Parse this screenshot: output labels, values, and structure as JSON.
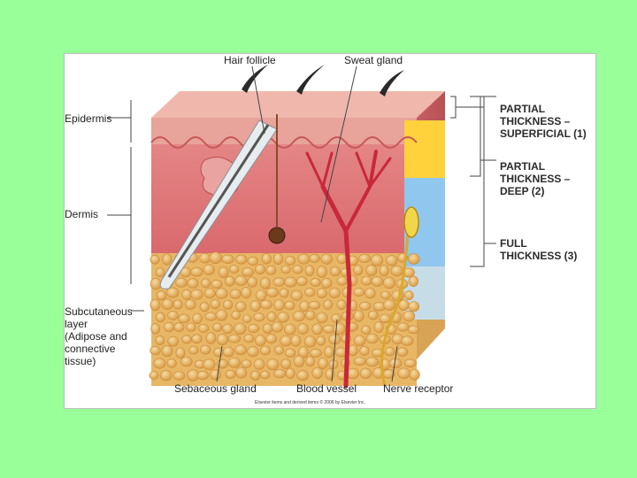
{
  "labels": {
    "hair_follicle": "Hair follicle",
    "sweat_gland": "Sweat gland",
    "epidermis": "Epidermis",
    "dermis": "Dermis",
    "subcutaneous": [
      "Subcutaneous",
      "layer",
      "(Adipose and",
      "connective",
      "tissue)"
    ],
    "sebaceous_gland": "Sebaceous gland",
    "blood_vessel": "Blood vessel",
    "nerve_receptor": "Nerve receptor"
  },
  "burn_depths": {
    "superficial": [
      "PARTIAL",
      "THICKNESS –",
      "SUPERFICIAL (1)"
    ],
    "deep": [
      "PARTIAL",
      "THICKNESS –",
      "DEEP (2)"
    ],
    "full": [
      "FULL",
      "THICKNESS (3)"
    ]
  },
  "copyright": "Elsevier items and derived items © 2006 by Elsevier Inc.",
  "colors": {
    "background": "#99ff99",
    "epidermis": "#e8a39a",
    "dermis": "#d86a6e",
    "fat": "#e8b766",
    "blood_vessel": "#c8283a",
    "nerve": "#d9a92a",
    "band_superficial": "#ffd23c",
    "band_deep": "#8fc7ef"
  }
}
